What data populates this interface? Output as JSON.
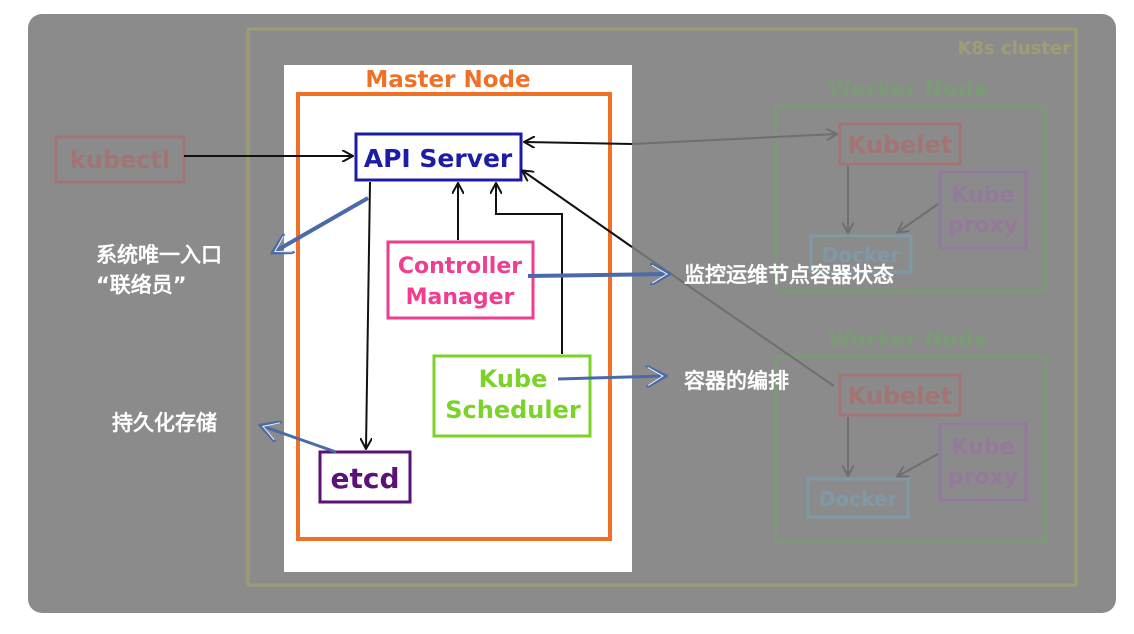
{
  "diagram": {
    "cluster_label": "K8s cluster",
    "kubectl": "kubectl",
    "master": {
      "title": "Master Node",
      "api_server": "API Server",
      "controller_manager": [
        "Controller",
        "Manager"
      ],
      "kube_scheduler": [
        "Kube",
        "Scheduler"
      ],
      "etcd": "etcd"
    },
    "workers": [
      {
        "title": "Worker Node",
        "kubelet": "Kubelet",
        "kube_proxy": [
          "Kube",
          "proxy"
        ],
        "docker": "Docker"
      },
      {
        "title": "Worker Node",
        "kubelet": "Kubelet",
        "kube_proxy": [
          "Kube",
          "proxy"
        ],
        "docker": "Docker"
      }
    ],
    "annotations": {
      "api_server": [
        "系统唯一入口",
        "“联络员”"
      ],
      "controller_manager": "监控运维节点容器状态",
      "scheduler": "容器的编排",
      "etcd": "持久化存储"
    },
    "colors": {
      "frame_bg": "#8b8b8b",
      "master_border": "#f07025",
      "api_server": "#1c1ca6",
      "controller_manager": "#ef3e8f",
      "kube_scheduler": "#7bd32a",
      "etcd": "#5a1277",
      "annotation_arrow": "#4a6aa8"
    }
  }
}
